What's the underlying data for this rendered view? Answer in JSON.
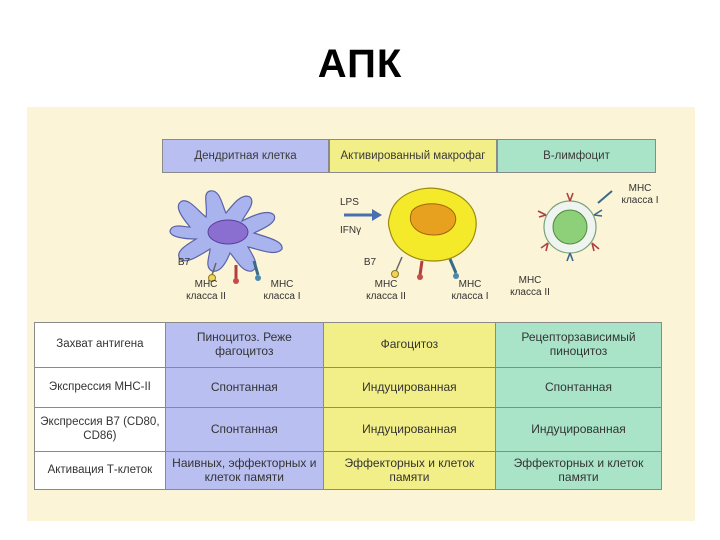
{
  "title": "АПК",
  "columns": {
    "dendritic": "Дендритная клетка",
    "macrophage": "Активированный макрофаг",
    "b_lymphocyte": "В-лимфоцит"
  },
  "diagram_labels": {
    "b7_left": "B7",
    "mhc2_left": "МНС класса II",
    "mhc1_left": "МНС класса I",
    "lps": "LPS",
    "ifn": "IFNγ",
    "b7_mid": "B7",
    "mhc2_mid": "МНС класса II",
    "mhc1_mid": "МНС класса I",
    "mhc1_right": "МНС класса I",
    "mhc2_right": "МНС класса II"
  },
  "rows": [
    {
      "label": "Захват антигена",
      "cells": [
        "Пиноцитоз. Реже фагоцитоз",
        "Фагоцитоз",
        "Рецепторзависимый пиноцитоз"
      ]
    },
    {
      "label": "Экспрессия МНС-II",
      "cells": [
        "Спонтанная",
        "Индуцированная",
        "Спонтанная"
      ]
    },
    {
      "label": "Экспрессия В7 (CD80, CD86)",
      "cells": [
        "Спонтанная",
        "Индуцированная",
        "Индуцированная"
      ]
    },
    {
      "label": "Активация Т-клеток",
      "cells": [
        "Наивных, эффекторных и клеток памяти",
        "Эффекторных и клеток памяти",
        "Эффекторных и клеток памяти"
      ]
    }
  ],
  "colors": {
    "dendritic": "#b9bff0",
    "macrophage": "#f3ef88",
    "b_lymphocyte": "#a9e4c9",
    "panel": "#fbf4d6"
  }
}
